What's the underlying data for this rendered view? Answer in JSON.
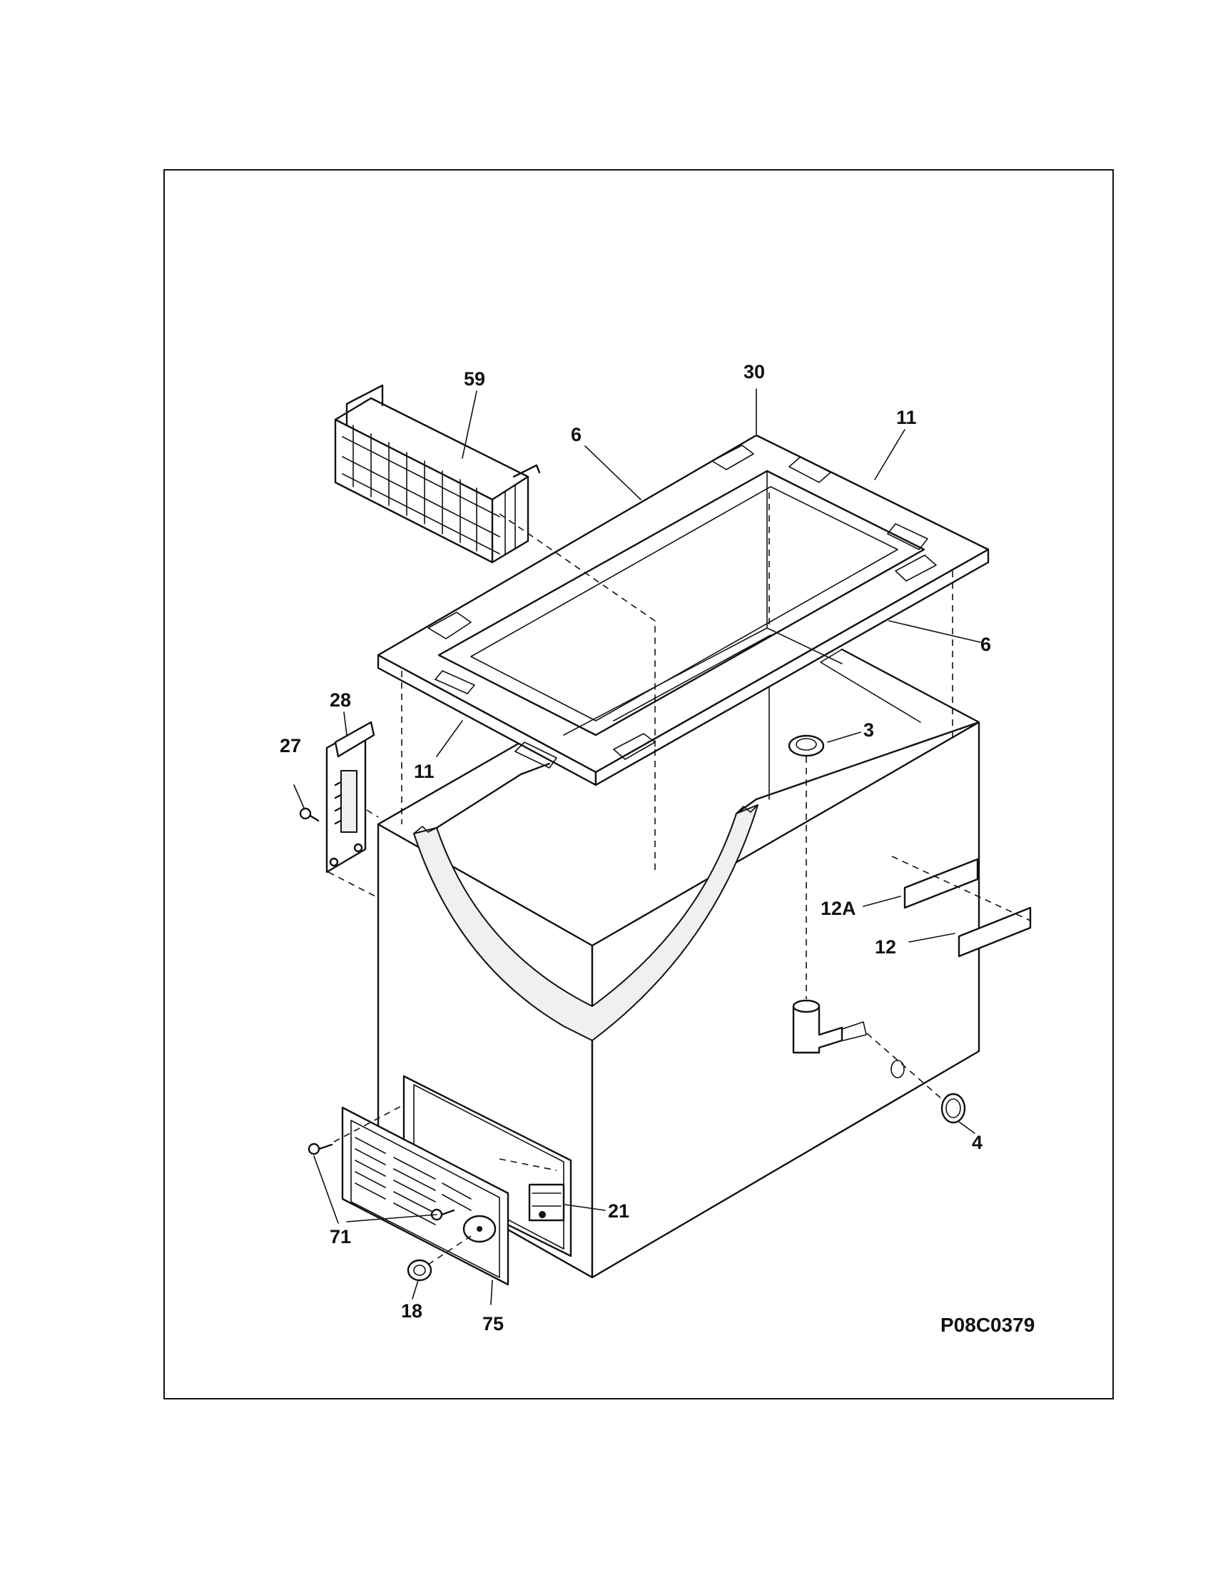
{
  "drawing_code": "P08C0379",
  "callouts": [
    {
      "id": "59",
      "text": "59"
    },
    {
      "id": "30",
      "text": "30"
    },
    {
      "id": "6a",
      "text": "6"
    },
    {
      "id": "11a",
      "text": "11"
    },
    {
      "id": "6b",
      "text": "6"
    },
    {
      "id": "28",
      "text": "28"
    },
    {
      "id": "27",
      "text": "27"
    },
    {
      "id": "11b",
      "text": "11"
    },
    {
      "id": "3",
      "text": "3"
    },
    {
      "id": "12A",
      "text": "12A"
    },
    {
      "id": "12",
      "text": "12"
    },
    {
      "id": "4",
      "text": "4"
    },
    {
      "id": "21",
      "text": "21"
    },
    {
      "id": "71",
      "text": "71"
    },
    {
      "id": "18",
      "text": "18"
    },
    {
      "id": "75",
      "text": "75"
    }
  ]
}
